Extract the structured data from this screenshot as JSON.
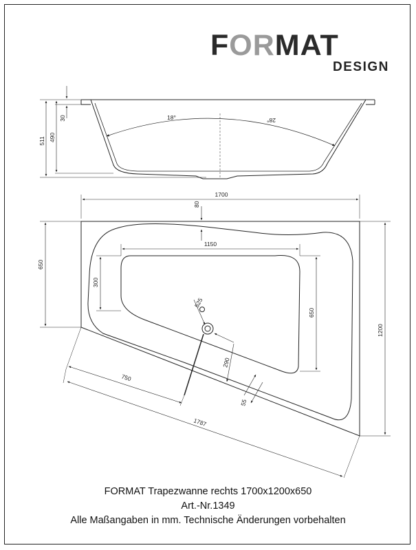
{
  "logo": {
    "brand": "FORMAT",
    "sub": "DESIGN",
    "colors": {
      "dark": "#2a2a2a",
      "grey": "#9a9a9a"
    }
  },
  "side_view": {
    "dims": {
      "total_height": "511",
      "inner_height": "490",
      "rim": "30",
      "angle_left": "18°",
      "angle_right": "28°"
    }
  },
  "top_view": {
    "dims": {
      "length": "1700",
      "rim_top": "80",
      "inner_length": "1150",
      "short_side": "650",
      "inner_width_left": "300",
      "inner_width_right": "650",
      "width": "1200",
      "drain_offset": "525",
      "drain_depth": "290",
      "front_part": "750",
      "front_rim": "55",
      "diagonal": "1787"
    }
  },
  "caption": {
    "line1": "FORMAT Trapezwanne rechts 1700x1200x650",
    "line2": "Art.-Nr.1349",
    "line3": "Alle Maßangaben in mm. Technische Änderungen vorbehalten"
  }
}
